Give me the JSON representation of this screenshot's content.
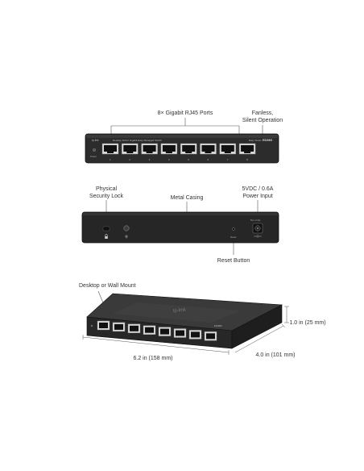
{
  "front": {
    "callout_ports": "8× Gigabit RJ45 Ports",
    "callout_fanless_l1": "Fanless,",
    "callout_fanless_l2": "Silent Operation",
    "brand": "tp-link",
    "description": "Desktop 8-Port Gigabit Easy Managed Switch",
    "model": "ES208G",
    "easy_smart": "Easy Smart",
    "power_led": "Power",
    "port_numbers": [
      "1",
      "2",
      "3",
      "4",
      "5",
      "6",
      "7",
      "8"
    ]
  },
  "rear": {
    "callout_lock_l1": "Physical",
    "callout_lock_l2": "Security Lock",
    "callout_casing": "Metal Casing",
    "callout_power_l1": "5VDC / 0.6A",
    "callout_power_l2": "Power Input",
    "callout_reset": "Reset Button",
    "reset_label": "Reset",
    "power_rating": "5V⎓ 0.6A"
  },
  "perspective": {
    "callout_mount": "Desktop or Wall Mount",
    "dim_width": "6.2 in (158 mm)",
    "dim_depth": "4.0 in (101 mm)",
    "dim_height": "1.0 in (25 mm)",
    "brand": "tp-link"
  }
}
